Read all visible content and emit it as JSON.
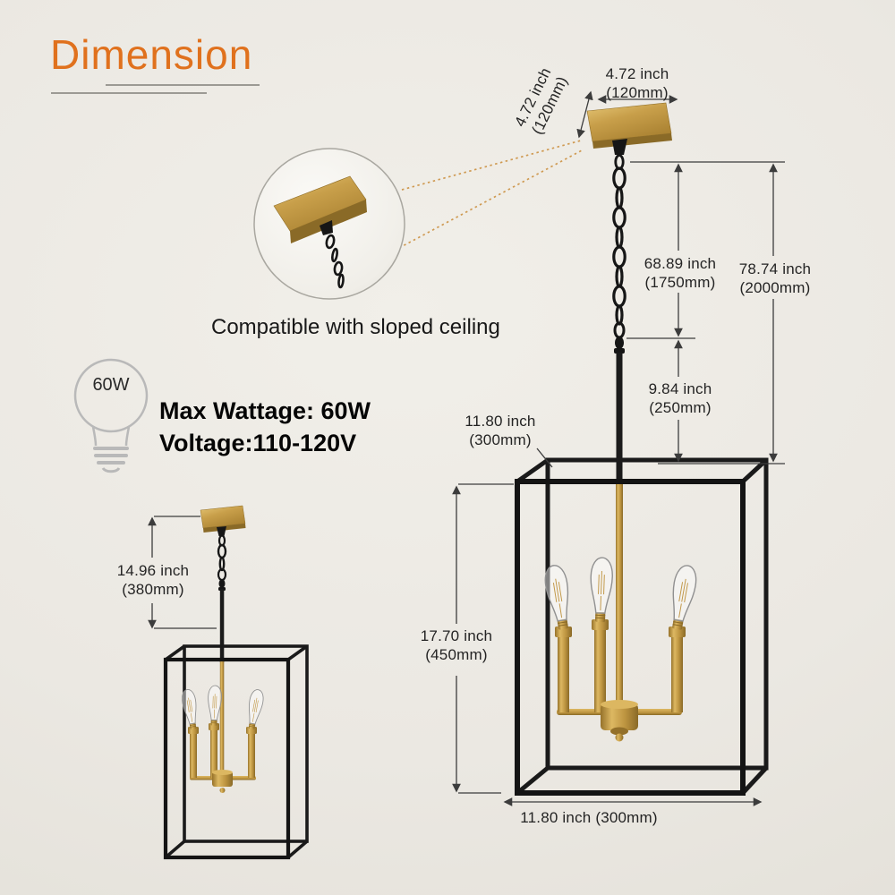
{
  "title": "Dimension",
  "canopy": {
    "width_inch": "4.72 inch",
    "width_mm": "(120mm)",
    "depth_inch": "4.72 inch",
    "depth_mm": "(120mm)"
  },
  "dims": {
    "chain_inch": "68.89 inch",
    "chain_mm": "(1750mm)",
    "total_inch": "78.74 inch",
    "total_mm": "(2000mm)",
    "rod_inch": "9.84 inch",
    "rod_mm": "(250mm)",
    "top_width_inch": "11.80 inch",
    "top_width_mm": "(300mm)",
    "cage_height_inch": "17.70 inch",
    "cage_height_mm": "(450mm)",
    "bottom_width": "11.80 inch (300mm)",
    "small_height_inch": "14.96 inch",
    "small_height_mm": "(380mm)"
  },
  "notes": {
    "sloped_ceiling": "Compatible with sloped ceiling",
    "bulb_watt": "60W",
    "max_wattage": "Max Wattage: 60W",
    "voltage": "Voltage:110-120V"
  },
  "colors": {
    "accent": "#e0711d",
    "brass": "#bd9440",
    "frame_black": "#161616",
    "background": "#ece9e3"
  }
}
